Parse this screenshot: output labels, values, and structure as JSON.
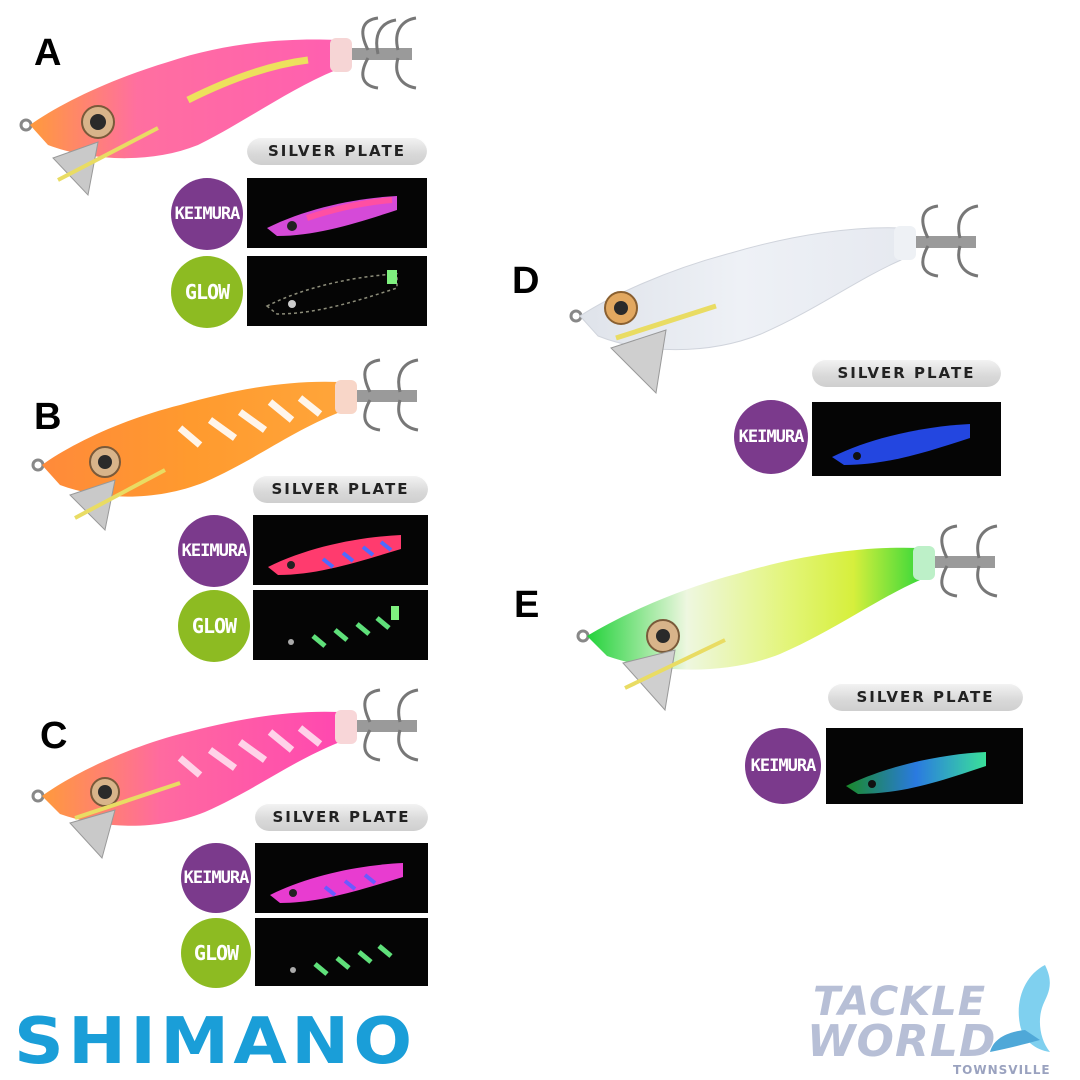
{
  "variants": [
    {
      "letter": "A",
      "plate": "SILVER PLATE",
      "keimura": "KEIMURA",
      "glow": "GLOW",
      "body_color": "#ff5fa8",
      "head_color": "#ff9a3c"
    },
    {
      "letter": "B",
      "plate": "SILVER PLATE",
      "keimura": "KEIMURA",
      "glow": "GLOW",
      "body_color": "#ff9a2e",
      "head_color": "#ff7a3a"
    },
    {
      "letter": "C",
      "plate": "SILVER PLATE",
      "keimura": "KEIMURA",
      "glow": "GLOW",
      "body_color": "#ff4fb0",
      "head_color": "#ff9a3c"
    },
    {
      "letter": "D",
      "plate": "SILVER PLATE",
      "keimura": "KEIMURA",
      "body_color": "#e9ecf3",
      "head_color": "#dfe3ea"
    },
    {
      "letter": "E",
      "plate": "SILVER PLATE",
      "keimura": "KEIMURA",
      "body_color": "#d7ef5a",
      "head_color": "#22d23a"
    }
  ],
  "brand": {
    "shimano": "SHIMANO",
    "tackle": "TACKLE",
    "world": "WORLD",
    "location": "TOWNSVILLE",
    "shimano_color": "#1a9ed8"
  },
  "colors": {
    "keimura_badge": "#7b3a8c",
    "glow_badge": "#8dbb22"
  }
}
